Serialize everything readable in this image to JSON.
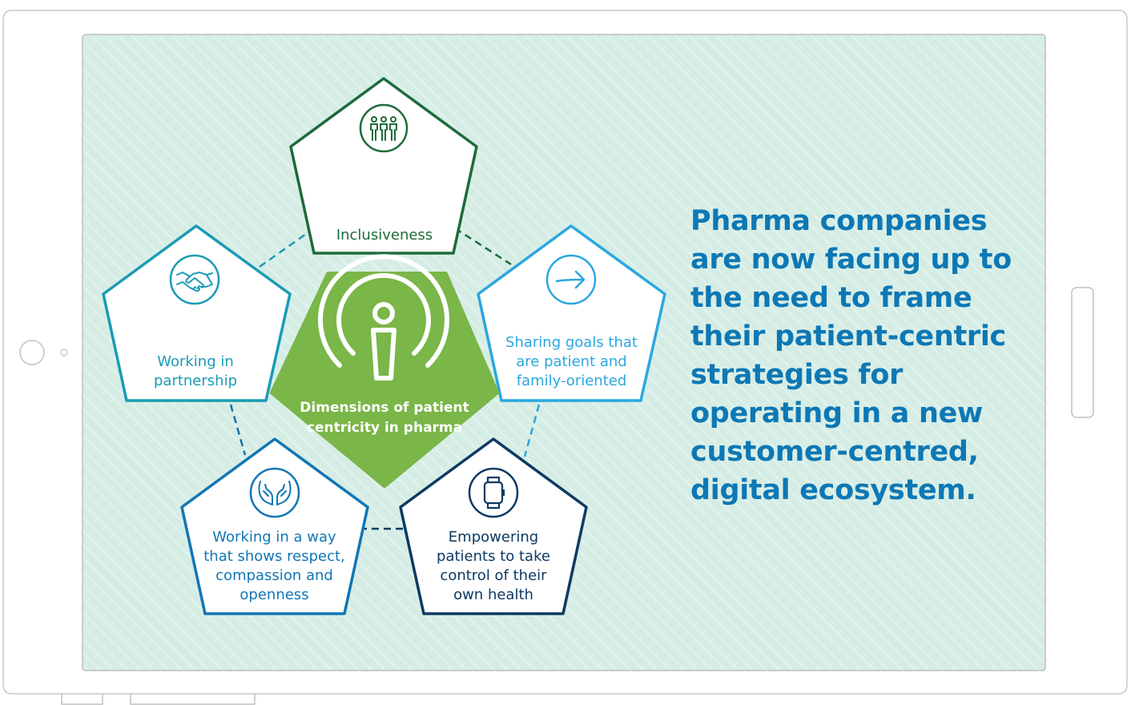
{
  "headline": "Pharma companies are now facing up to the need to frame their patient-centric strategies for operating in a new customer-centred, digital ecosystem.",
  "center": {
    "label": "Dimensions of patient centricity in pharma",
    "icon": "person-broadcast-icon",
    "color": "#7ab648"
  },
  "dimensions": [
    {
      "id": "inclusiveness",
      "label": "Inclusiveness",
      "icon": "people-group-icon",
      "color": "#1e6b3c"
    },
    {
      "id": "sharing-goals",
      "label": "Sharing goals that are patient and family-oriented",
      "icon": "arrow-right-circle-icon",
      "color": "#2ba7df"
    },
    {
      "id": "empowering",
      "label": "Empowering patients to take control of their own health",
      "icon": "smartwatch-icon",
      "color": "#0d3a63"
    },
    {
      "id": "respect",
      "label": "Working in a way that shows respect, compassion and openness",
      "icon": "caring-hands-icon",
      "color": "#1176b5"
    },
    {
      "id": "partnership",
      "label": "Working in partnership",
      "icon": "handshake-icon",
      "color": "#1a9bb5"
    }
  ],
  "colors": {
    "background": "#d6ede5",
    "headline": "#0d78b5",
    "frame": "#c4c4c4"
  }
}
